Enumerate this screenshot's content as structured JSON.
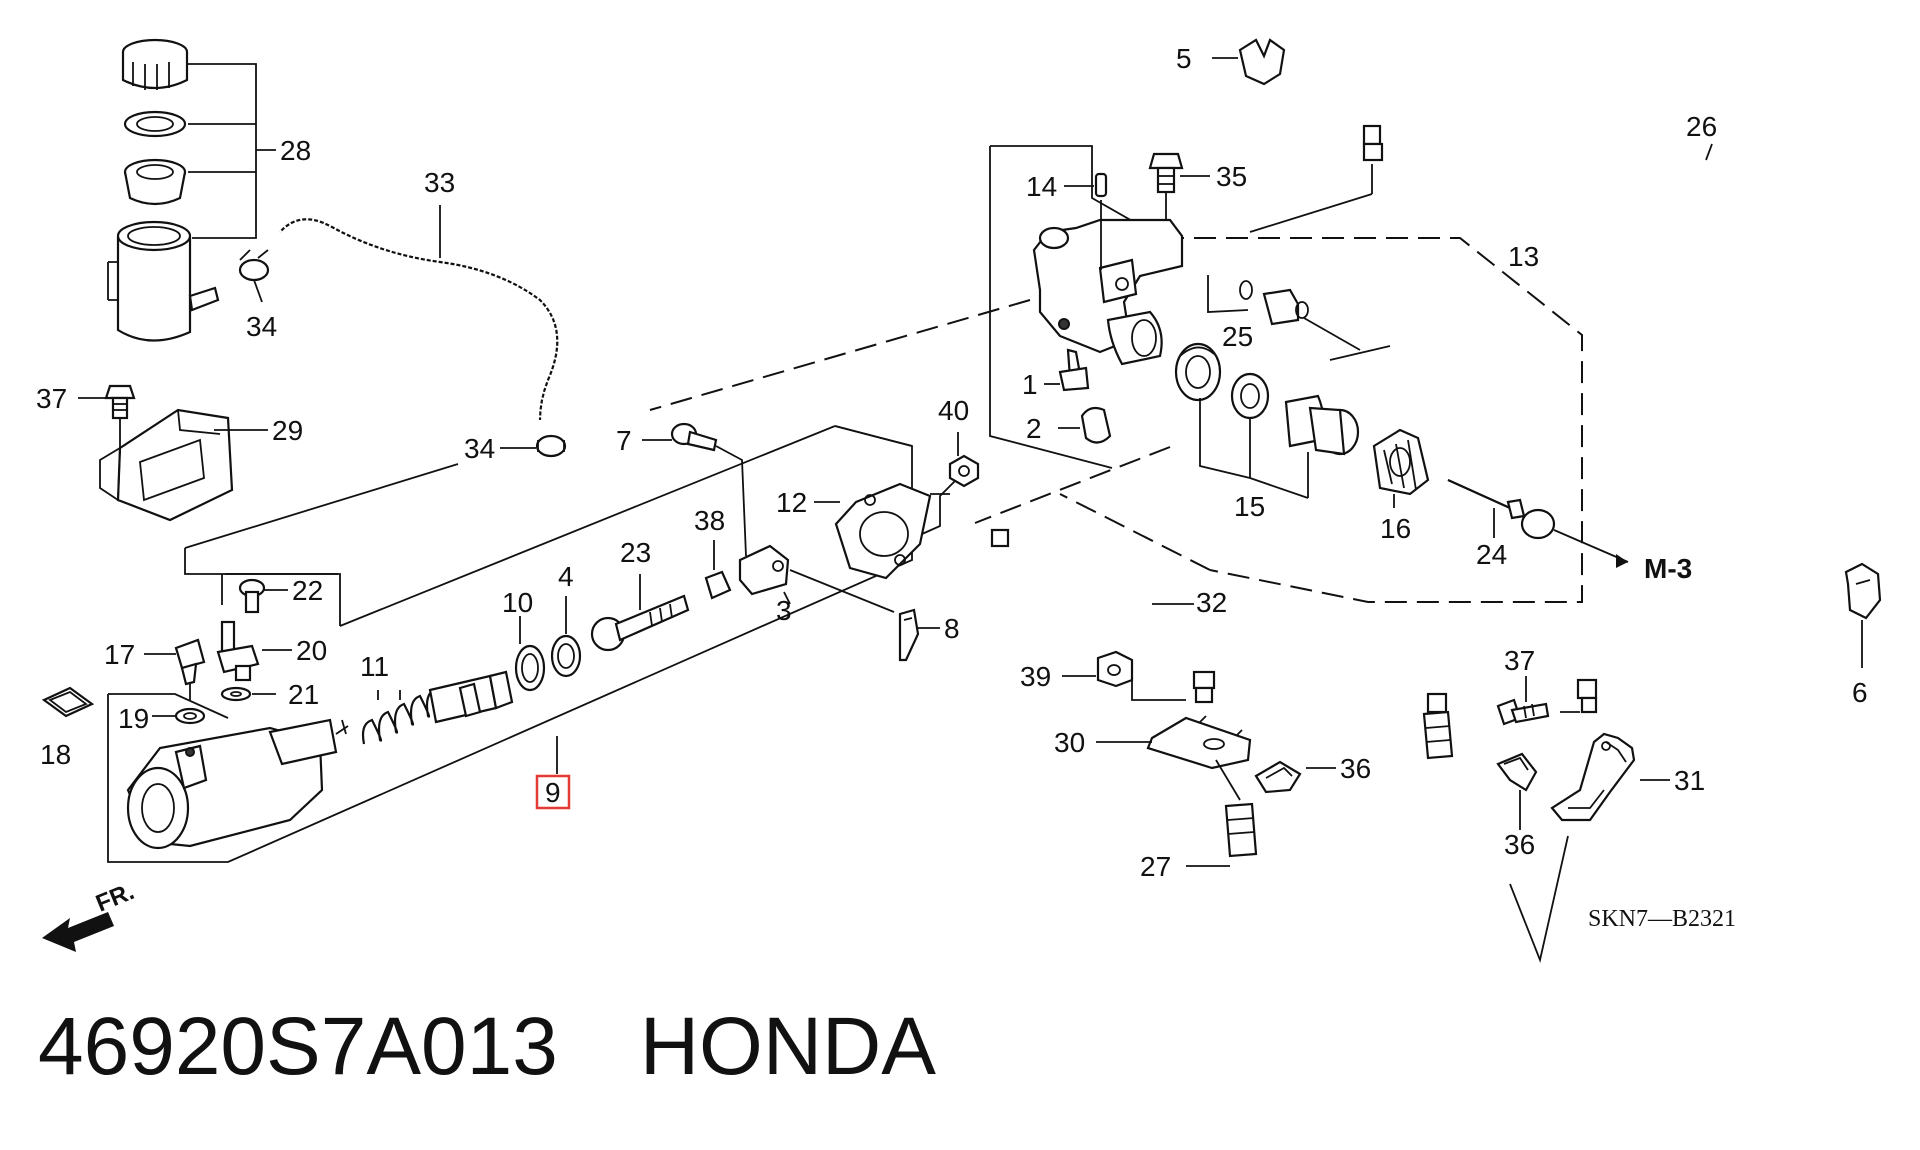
{
  "callouts": {
    "c1": "1",
    "c2": "2",
    "c3": "3",
    "c4": "4",
    "c5": "5",
    "c6": "6",
    "c7": "7",
    "c8": "8",
    "c9": "9",
    "c10": "10",
    "c11": "11",
    "c12": "12",
    "c13": "13",
    "c14": "14",
    "c15": "15",
    "c16": "16",
    "c17": "17",
    "c18": "18",
    "c19": "19",
    "c20": "20",
    "c21": "21",
    "c22": "22",
    "c23": "23",
    "c24": "24",
    "c25": "25",
    "c26": "26",
    "c27": "27",
    "c28": "28",
    "c29": "29",
    "c30": "30",
    "c31": "31",
    "c32": "32",
    "c33": "33",
    "c34a": "34",
    "c34b": "34",
    "c35": "35",
    "c36a": "36",
    "c36b": "36",
    "c37a": "37",
    "c37b": "37",
    "c38": "38",
    "c39": "39",
    "c40": "40"
  },
  "direction_label": "FR.",
  "reference_label": "M-3",
  "diagram_code": "SKN7—B2321",
  "highlighted_callout": "9",
  "part_number": "46920S7A013",
  "brand": "HONDA",
  "colors": {
    "highlight": "#e53935",
    "ink": "#111111"
  }
}
